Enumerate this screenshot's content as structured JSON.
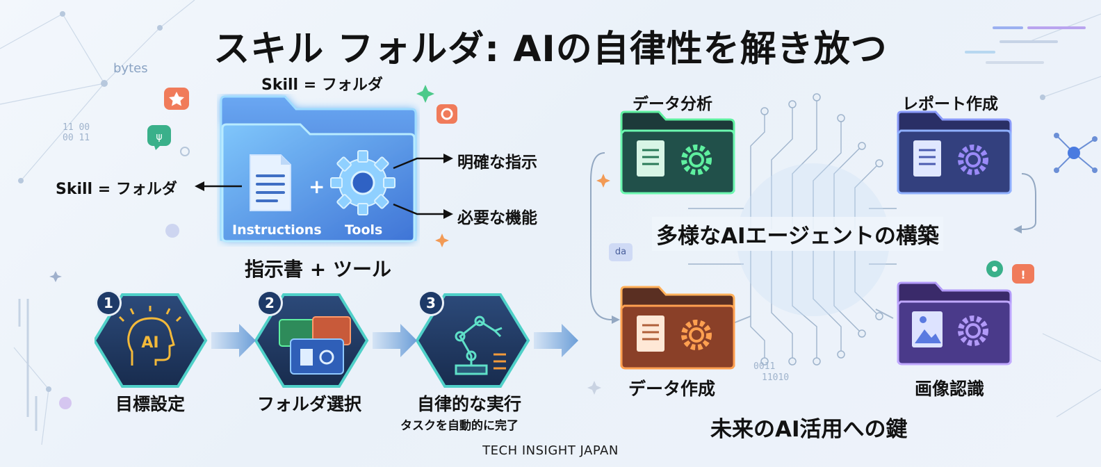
{
  "title": "スキル フォルダ: AIの自律性を解き放つ",
  "left": {
    "folder_top_label": "Skill = フォルダ",
    "folder_left_label": "Skill = フォルダ",
    "instructions_label": "Instructions",
    "tools_label": "Tools",
    "plus": "+",
    "right_label_1": "明確な指示",
    "right_label_2": "必要な機能",
    "caption": "指示書 + ツール"
  },
  "steps": [
    {
      "num": "1",
      "label": "目標設定",
      "sub": "",
      "icon_text": "AI"
    },
    {
      "num": "2",
      "label": "フォルダ選択",
      "sub": ""
    },
    {
      "num": "3",
      "label": "自律的な実行",
      "sub": "タスクを自動的に完了"
    }
  ],
  "right": {
    "center_label": "多様なAIエージェントの構築",
    "bottom_label": "未来のAI活用への鍵",
    "folders": [
      {
        "label": "データ分析",
        "color": "#3fd17a"
      },
      {
        "label": "レポート作成",
        "color": "#6a7cf2"
      },
      {
        "label": "データ作成",
        "color": "#f39a3a"
      },
      {
        "label": "画像認識",
        "color": "#8b6af2"
      }
    ]
  },
  "decor": {
    "bytes": "bytes",
    "da": "da",
    "binary1": "11 00 00 11",
    "binary2": "0011",
    "binary3": "11010"
  },
  "footer": "TECH INSIGHT JAPAN"
}
